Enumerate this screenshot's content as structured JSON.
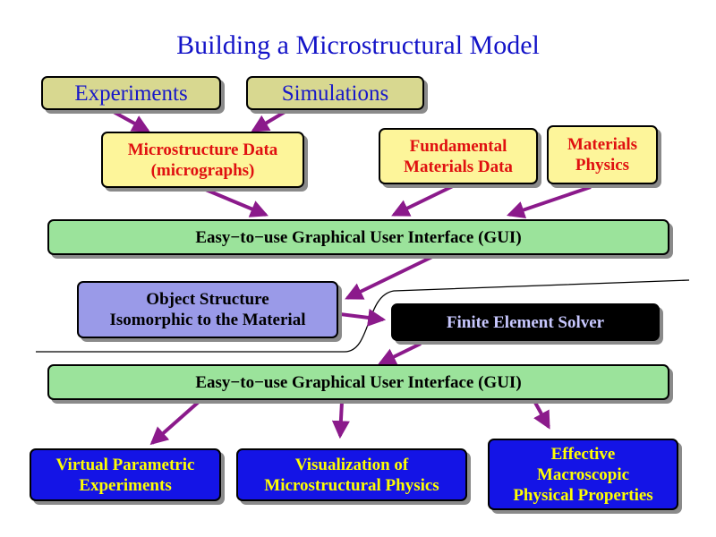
{
  "title": "Building a Microstructural Model",
  "sources": {
    "experiments": "Experiments",
    "simulations": "Simulations"
  },
  "inputs": {
    "microstructure": "Microstructure Data\n(micrographs)",
    "fundamental": "Fundamental\nMaterials Data",
    "materials_physics": "Materials\nPhysics"
  },
  "gui_top": "Easy−to−use Graphical User Interface (GUI)",
  "object_structure": "Object Structure\nIsomorphic to the Material",
  "solver": "Finite Element Solver",
  "gui_bottom": "Easy−to−use Graphical User Interface (GUI)",
  "outputs": {
    "virtual": "Virtual Parametric\nExperiments",
    "visualization": "Visualization of\nMicrostructural Physics",
    "effective": "Effective\nMacroscopic\nPhysical Properties"
  },
  "colors": {
    "title": "#1414c8",
    "arrow": "#8b1a8b",
    "olive_box": "#d8d890",
    "yellow_box": "#fdf59a",
    "green_box": "#9be39b",
    "lavender_box": "#9a9ae8",
    "solver_box": "#000000",
    "output_box": "#1414e6"
  }
}
